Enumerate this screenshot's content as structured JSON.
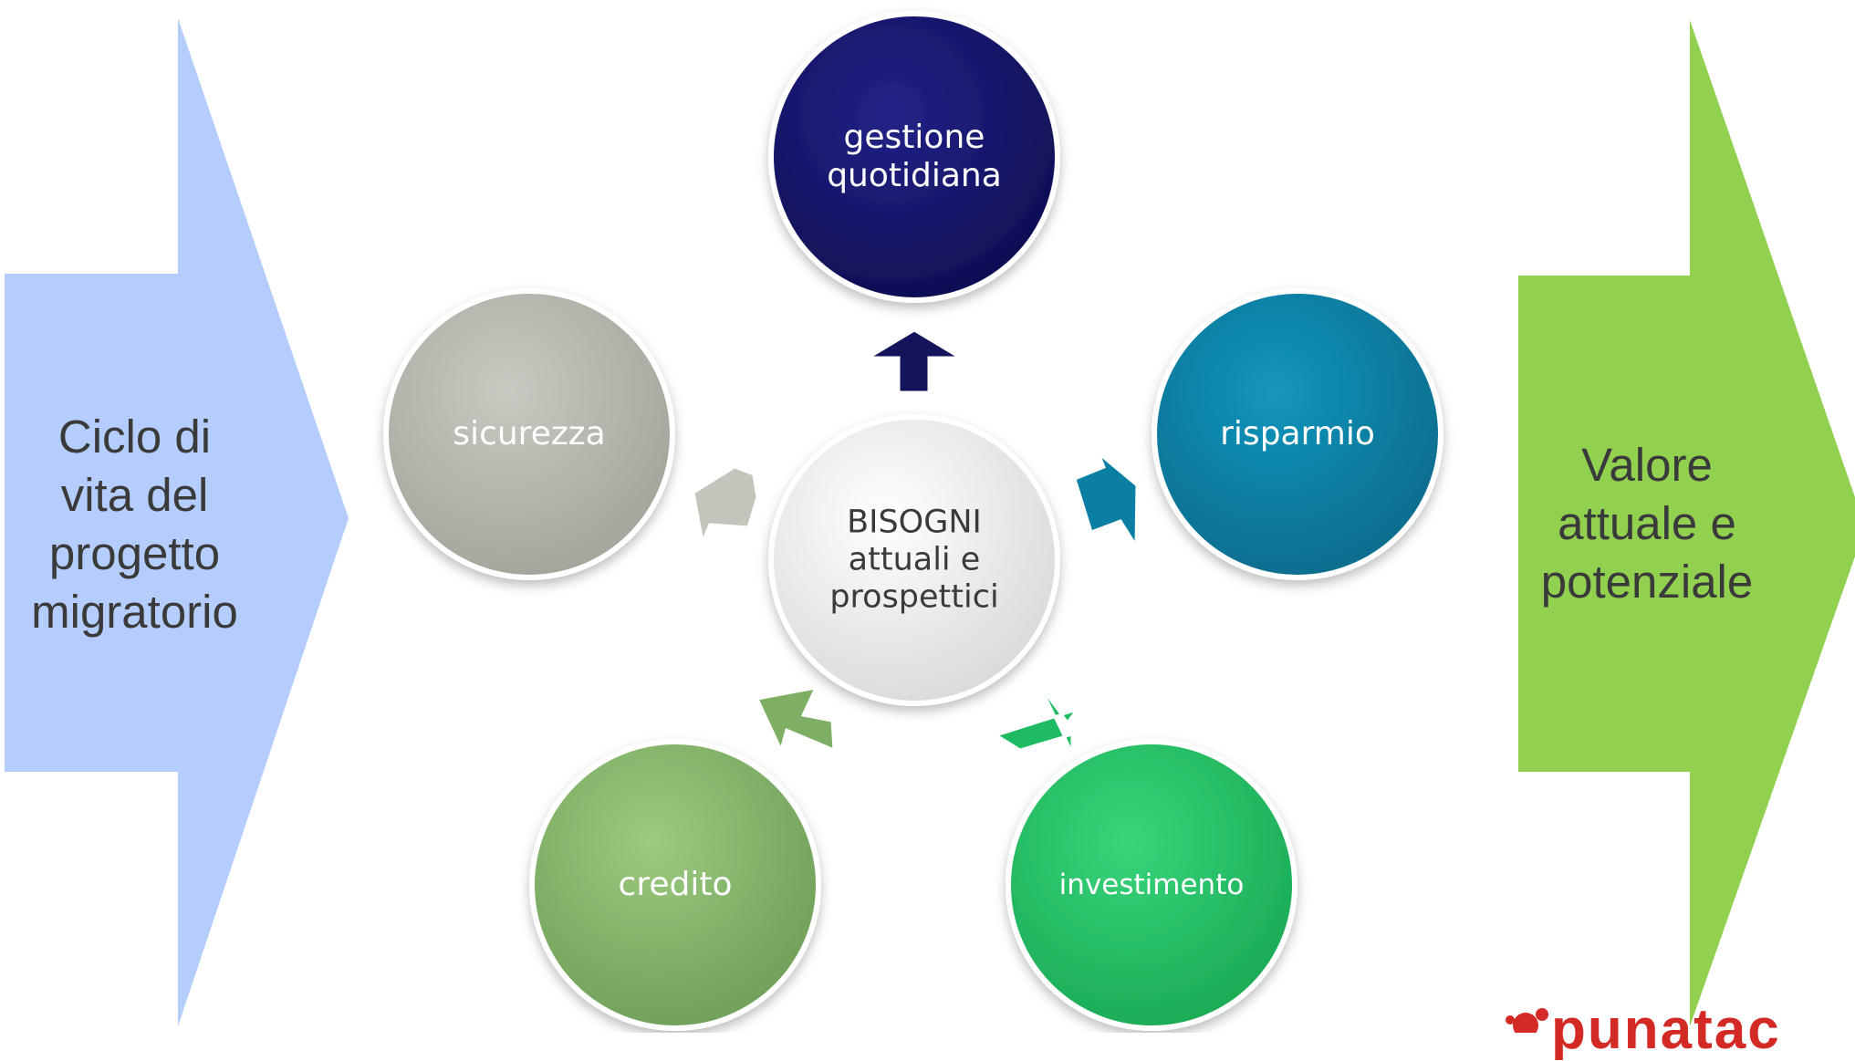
{
  "left_arrow": {
    "label_lines": [
      "Ciclo di",
      "vita del",
      "progetto",
      "migratorio"
    ],
    "color": "#b5cdfc"
  },
  "right_arrow": {
    "label_lines": [
      "Valore",
      "attuale e",
      "potenziale"
    ],
    "color": "#92d050"
  },
  "center": {
    "label_lines": [
      "BISOGNI",
      "attuali e",
      "prospettici"
    ]
  },
  "needs": [
    {
      "key": "gestione",
      "label_lines": [
        "gestione",
        "quotidiana"
      ],
      "color": "#1a1a6e"
    },
    {
      "key": "risparmio",
      "label_lines": [
        "risparmio"
      ],
      "color": "#0c86ab"
    },
    {
      "key": "investimento",
      "label_lines": [
        "investimento"
      ],
      "color": "#25c86a"
    },
    {
      "key": "credito",
      "label_lines": [
        "credito"
      ],
      "color": "#8cbb70"
    },
    {
      "key": "sicurezza",
      "label_lines": [
        "sicurezza"
      ],
      "color": "#b5b5ac"
    }
  ],
  "logo": {
    "text": "punatac",
    "color": "#d42a26"
  }
}
